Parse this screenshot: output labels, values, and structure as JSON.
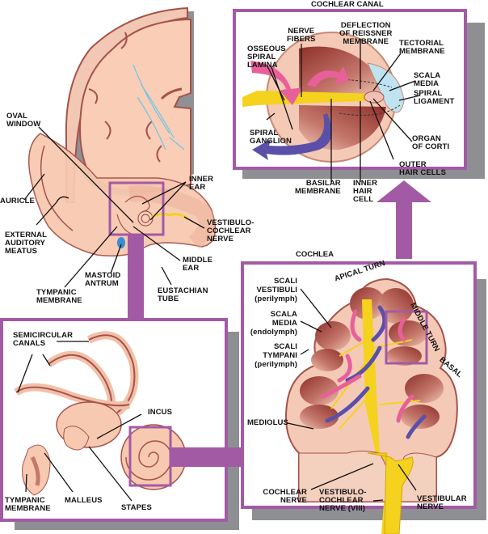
{
  "colors": {
    "frame": "#a35aa5",
    "shadow": "#8e8f92",
    "tissue": "#f7c9b0",
    "tissue_dark": "#a5524a",
    "nerve": "#f4d21e",
    "pink_arrow": "#e8609a",
    "blue_arrow": "#5a50a8",
    "fluid": "#bfe3f0"
  },
  "panels": {
    "head": {
      "labels": {
        "oval_window": "OVAL\nWINDOW",
        "auricle": "AURICLE",
        "external_auditory_meatus": "EXTERNAL\nAUDITORY\nMEATUS",
        "inner_ear": "INNER\nEAR",
        "vestibulocochlear_nerve": "VESTIBULO-\nCOCHLEAR\nNERVE",
        "middle_ear": "MIDDLE\nEAR",
        "mastoid_antrum": "MASTOID\nANTRUM",
        "tympanic_membrane": "TYMPANIC\nMEMBRANE",
        "eustachian_tube": "EUSTACHIAN\nTUBE"
      }
    },
    "cochlear_canal": {
      "title": "COCHLEAR CANAL",
      "labels": {
        "nerve_fibers": "NERVE\nFIBERS",
        "deflection": "DEFLECTION\nOF REISSNER\nMEMBRANE",
        "osseous_spiral_lamina": "OSSEOUS\nSPIRAL\nLAMINA",
        "tectorial_membrane": "TECTORIAL\nMEMBRANE",
        "scala_media": "SCALA\nMEDIA",
        "spiral_ligament": "SPIRAL\nLIGAMENT",
        "spiral_ganglion": "SPIRAL\nGANGLION",
        "organ_of_corti": "ORGAN\nOF CORTI",
        "outer_hair_cells": "OUTER\nHAIR CELLS",
        "basilar_membrane": "BASILAR\nMEMBRANE",
        "inner_hair_cell": "INNER\nHAIR\nCELL"
      }
    },
    "inner_ear": {
      "labels": {
        "semicircular_canals": "SEMICIRCULAR\nCANALS",
        "incus": "INCUS",
        "tympanic_membrane": "TYMPANIC\nMEMBRANE",
        "malleus": "MALLEUS",
        "stapes": "STAPES"
      }
    },
    "cochlea": {
      "title": "COCHLEA",
      "labels": {
        "apical_turn": "APICAL TURN",
        "middle_turn": "MIDDLE TURN",
        "basal": "BASAL",
        "scali_vestibuli": "SCALI\nVESTIBULI\n(perilymph)",
        "scala_media": "SCALA\nMEDIA\n(endolymph)",
        "scali_tympani": "SCALI\nTYMPANI\n(perilymph)",
        "mediolus": "MEDIOLUS",
        "cochlear_nerve": "COCHLEAR\nNERVE",
        "vestibulocochlear_nerve": "VESTIBULO-\nCOCHLEAR\nNERVE (VIII)",
        "vestibular_nerve": "VESTIBULAR\nNERVE"
      }
    }
  }
}
